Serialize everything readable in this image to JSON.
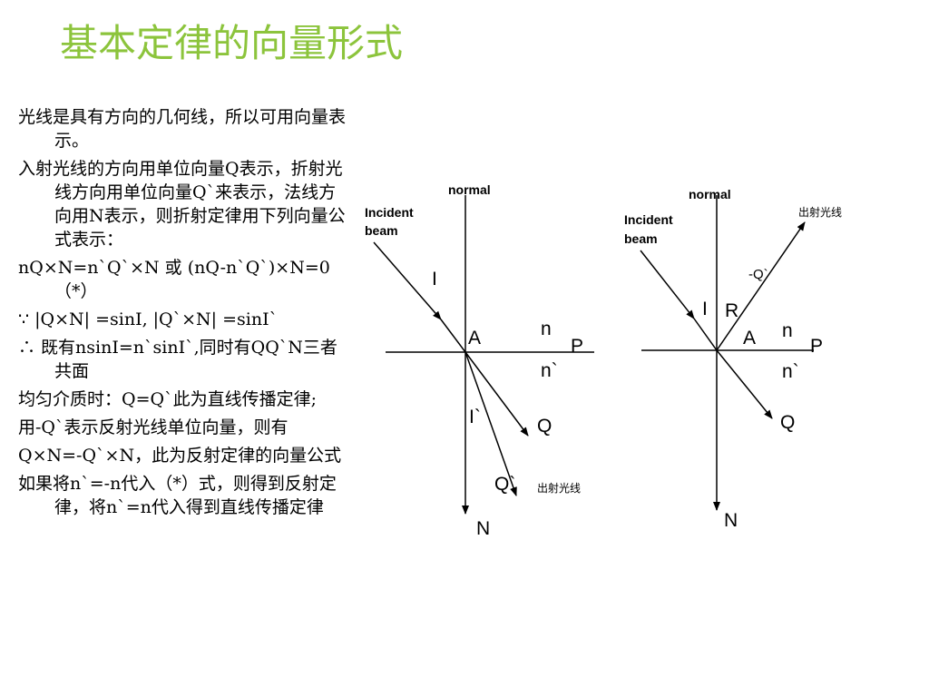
{
  "slide": {
    "title": "基本定律的向量形式",
    "paragraphs": [
      "光线是具有方向的几何线，所以可用向量表示。",
      "入射光线的方向用单位向量Q表示，折射光线方向用单位向量Q`来表示，法线方向用N表示，则折射定律用下列向量公式表示：",
      "nQ×N=n`Q`×N 或 (nQ-n`Q`)×N=0　　 （*）",
      "∵ |Q×N| =sinI, |Q`×N| =sinI`",
      " ∴ 既有nsinI=n`sinI`,同时有QQ`N三者共面",
      "均匀介质时：Q=Q`此为直线传播定律;",
      "用-Q`表示反射光线单位向量，则有",
      "Q×N=-Q`×N，此为反射定律的向量公式",
      "如果将n`=-n代入（*）式，则得到反射定律，将n`=n代入得到直线传播定律"
    ]
  },
  "diagram_left": {
    "normal": "normal",
    "incident": "Incident",
    "beam": "beam",
    "I": "I",
    "A": "A",
    "n": "n",
    "P": "P",
    "n2": "n`",
    "I2": "I`",
    "Q": "Q",
    "Q2": "Q`",
    "out": "出射光线",
    "N": "N"
  },
  "diagram_right": {
    "normal": "normal",
    "incident": "Incident",
    "beam": "beam",
    "out": "出射光线",
    "negQ": "-Q`",
    "I": "I",
    "R": "R",
    "n": "n",
    "A": "A",
    "P": "P",
    "n2": "n`",
    "Q": "Q",
    "N": "N"
  }
}
